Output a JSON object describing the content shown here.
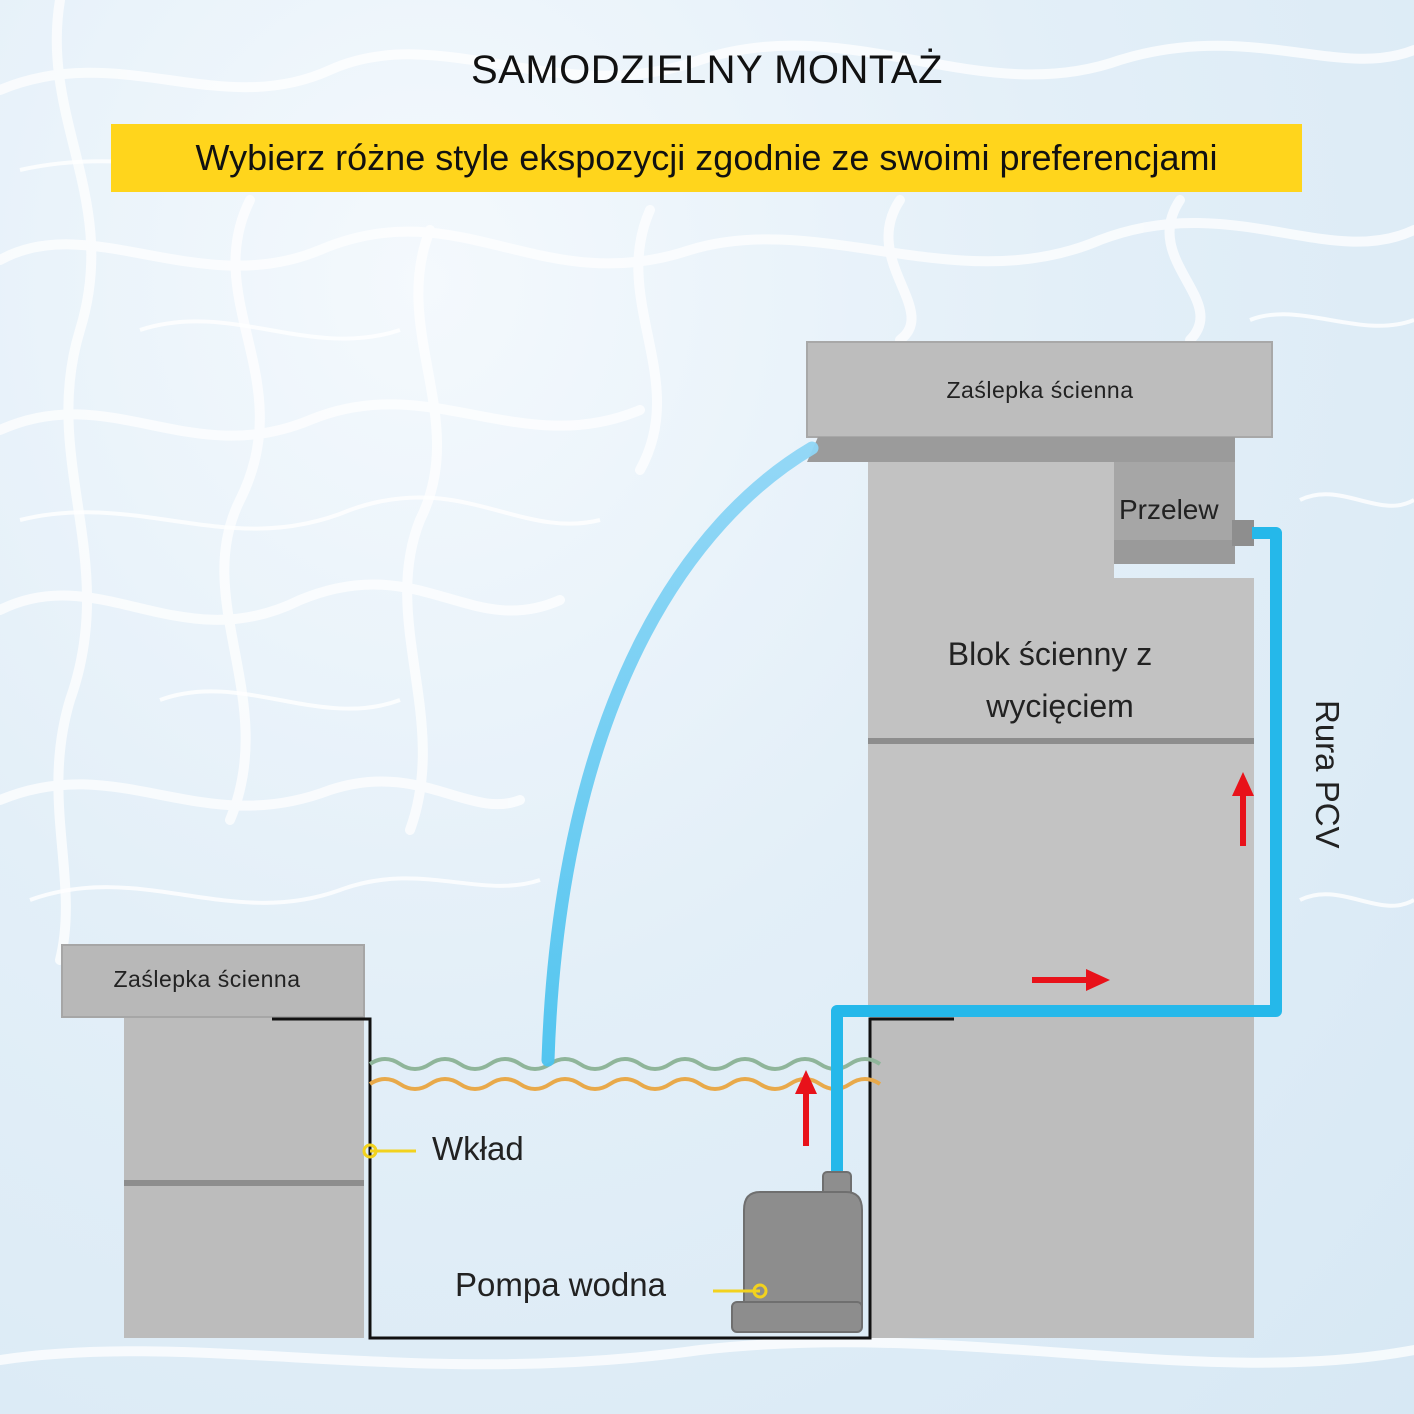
{
  "header": {
    "title": "SAMODZIELNY MONTAŻ",
    "banner": "Wybierz różne style ekspozycji zgodnie ze swoimi preferencjami"
  },
  "labels": {
    "wall_cap_right": "Zaślepka ścienna",
    "wall_cap_left": "Zaślepka ścienna",
    "overflow": "Przelew",
    "wall_block_line1": "Blok ścienny z",
    "wall_block_line2": "wycięciem",
    "pvc_pipe": "Rura PCV",
    "liner": "Wkład",
    "water_pump": "Pompa wodna"
  },
  "colors": {
    "banner": "#ffd51c",
    "block": "#b9b9b9",
    "pipe": "#25b8ea",
    "arrow": "#e8121a",
    "wave_green": "#8fb59a",
    "wave_orange": "#e8a94a",
    "pointer": "#f2d21e"
  }
}
